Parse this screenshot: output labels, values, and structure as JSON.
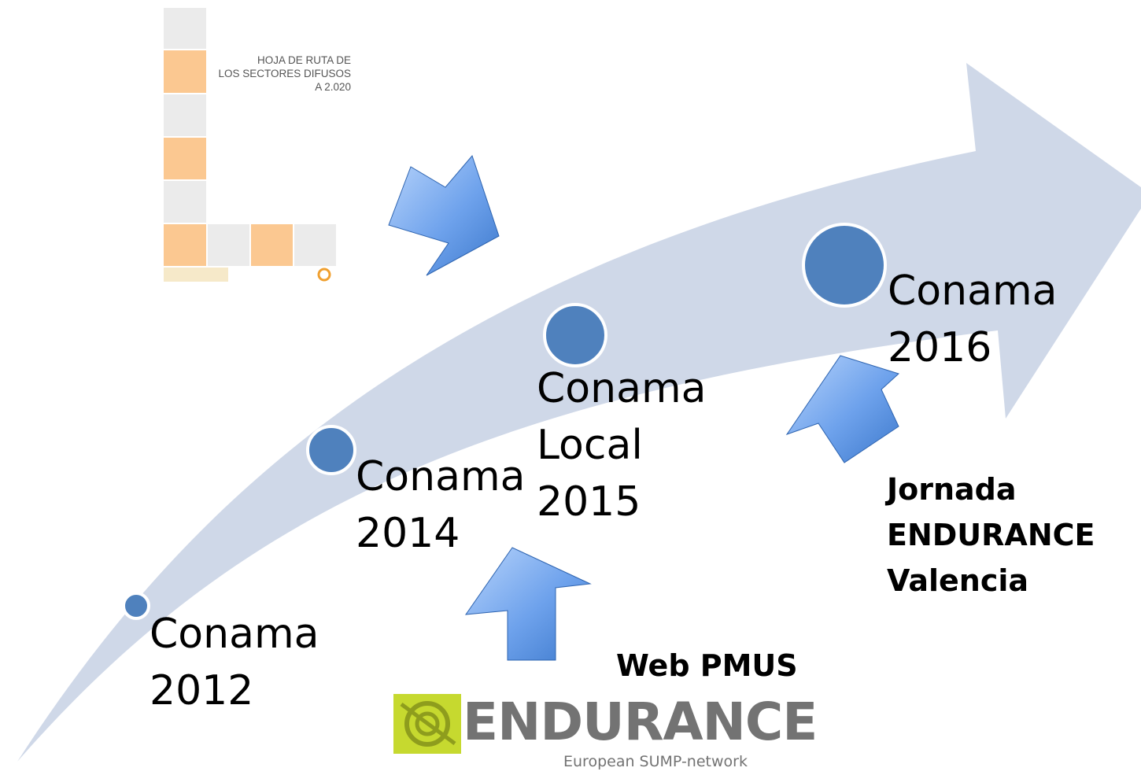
{
  "colors": {
    "big_arrow": "#cfd8e8",
    "milestone_dot": "#4f81bd",
    "small_arrow_light": "#a8c8f5",
    "small_arrow_dark": "#4a86d6",
    "cover_orange": "#fbc891",
    "cover_gray": "#ebebeb",
    "logo_lime": "#c6d92f"
  },
  "document_cover": {
    "title_lines": [
      "HOJA DE RUTA DE",
      "LOS SECTORES DIFUSOS",
      "A 2.020"
    ]
  },
  "milestones": [
    {
      "line1": "Conama",
      "line2": "2012"
    },
    {
      "line1": "Conama",
      "line2": "2014"
    },
    {
      "line1": "Conama",
      "line2": "Local",
      "line3": "2015"
    },
    {
      "line1": "Conama",
      "line2": "2016"
    }
  ],
  "inputs": {
    "web_pmus": "Web PMUS",
    "jornada": [
      "Jornada",
      "ENDURANCE",
      "Valencia"
    ]
  },
  "logo": {
    "name": "ENDURANCE",
    "tagline": "European SUMP-network"
  }
}
